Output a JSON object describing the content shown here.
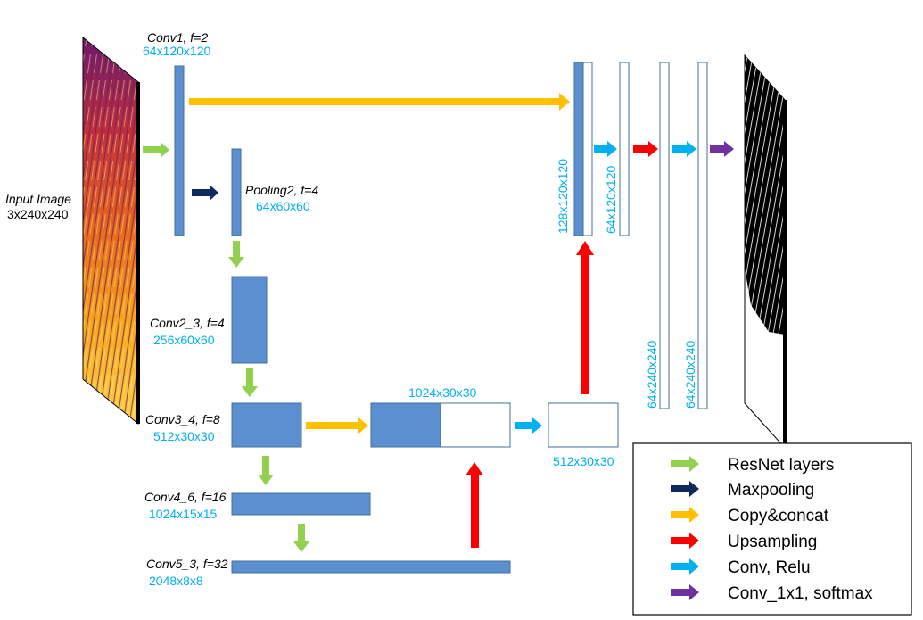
{
  "colors": {
    "block_fill": "#5b8fd0",
    "block_stroke": "#41719c",
    "dim_text": "#00b0f0",
    "resnet": "#92d050",
    "maxpool": "#0d2a5e",
    "copy": "#ffc000",
    "upsample": "#ff0000",
    "conv_relu": "#00b0f0",
    "softmax": "#7030a0"
  },
  "input": {
    "name": "Input Image",
    "dim": "3x240x240"
  },
  "conv1": {
    "name": "Conv1, f=2",
    "dim": "64x120x120"
  },
  "pooling2": {
    "name": "Pooling2, f=4",
    "dim": "64x60x60"
  },
  "conv2_3": {
    "name": "Conv2_3, f=4",
    "dim": "256x60x60"
  },
  "conv3_4": {
    "name": "Conv3_4, f=8",
    "dim": "512x30x30"
  },
  "conv4_6": {
    "name": "Conv4_6, f=16",
    "dim": "1024x15x15"
  },
  "conv5_3": {
    "name": "Conv5_3, f=32",
    "dim": "2048x8x8"
  },
  "concat30": {
    "dim": "1024x30x30"
  },
  "out30": {
    "dim": "512x30x30"
  },
  "concat120": {
    "dim": "128x120x120"
  },
  "conv120": {
    "dim": "64x120x120"
  },
  "conv240a": {
    "dim": "64x240x240"
  },
  "conv240b": {
    "dim": "64x240x240"
  },
  "legend": {
    "resnet": "ResNet layers",
    "maxpool": "Maxpooling",
    "copy": "Copy&concat",
    "upsample": "Upsampling",
    "conv_relu": "Conv, Relu",
    "softmax": "Conv_1x1, softmax"
  }
}
